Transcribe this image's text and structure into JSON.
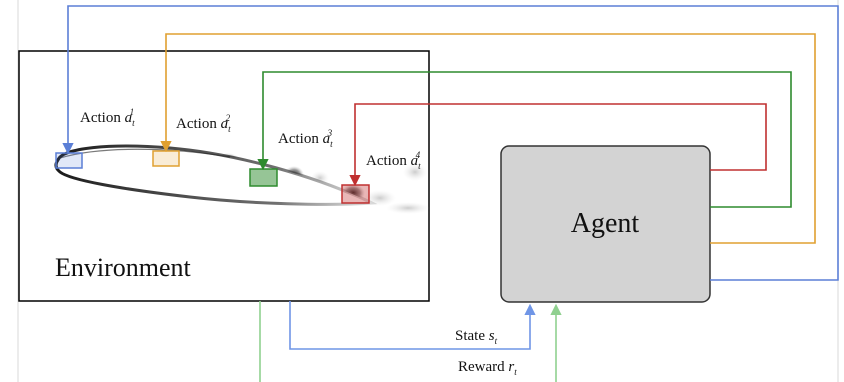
{
  "environment": {
    "label": "Environment"
  },
  "agent": {
    "label": "Agent"
  },
  "actions": [
    {
      "prefix": "Action ",
      "symbol": "a",
      "sub": "t",
      "sup": "1",
      "color": "#5b7fd6"
    },
    {
      "prefix": "Action ",
      "symbol": "a",
      "sub": "t",
      "sup": "2",
      "color": "#e0a030"
    },
    {
      "prefix": "Action ",
      "symbol": "a",
      "sub": "t",
      "sup": "3",
      "color": "#2e8b2e"
    },
    {
      "prefix": "Action ",
      "symbol": "a",
      "sub": "t",
      "sup": "4",
      "color": "#c03030"
    }
  ],
  "signals": {
    "state": {
      "prefix": "State ",
      "symbol": "s",
      "sub": "t",
      "color": "#6f95e6"
    },
    "reward": {
      "prefix": "Reward ",
      "symbol": "r",
      "sub": "t",
      "color": "#8fd08f"
    }
  },
  "colors": {
    "border": "#000000",
    "agent_fill": "#d3d3d3",
    "agent_border": "#333333",
    "frame": "#d8d8d8"
  }
}
